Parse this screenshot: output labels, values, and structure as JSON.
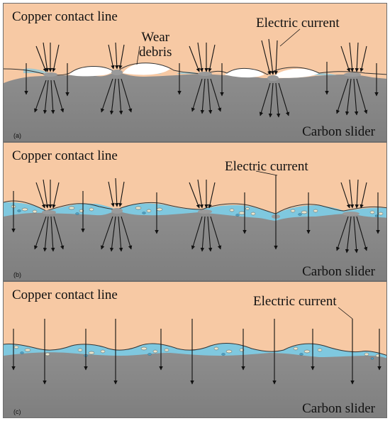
{
  "panels": [
    {
      "letter": "(a)",
      "copper_label": "Copper contact line",
      "carbon_label": "Carbon slider",
      "current_label": "Electric current",
      "debris_label_line1": "Wear",
      "debris_label_line2": "debris",
      "lubricant": "absent"
    },
    {
      "letter": "(b)",
      "copper_label": "Copper contact line",
      "carbon_label": "Carbon slider",
      "current_label": "Electric current",
      "lubricant": "partial"
    },
    {
      "letter": "(c)",
      "copper_label": "Copper contact line",
      "carbon_label": "Carbon slider",
      "current_label": "Electric current",
      "lubricant": "full"
    }
  ],
  "colors": {
    "copper": "#f7c9a4",
    "carbon": "#8c8c8c",
    "carbon_dark": "#7b7b7b",
    "lubricant": "#7fc8df",
    "particle": "#e8e6cf",
    "arrow": "#111111",
    "border": "#6e6e6e"
  }
}
